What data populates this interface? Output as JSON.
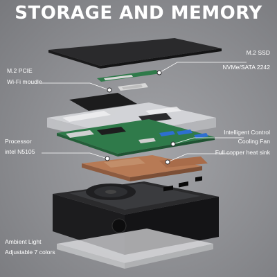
{
  "heading": "STORAGE AND MEMORY",
  "labels": {
    "m2_ssd": "M.2 SSD",
    "nvme": "NVMe/SATA 2242",
    "m2_pcie": "M.2 PCIE",
    "wifi": "Wi-Fi moudle",
    "processor": "Processor",
    "cpu_model": "intel N5105",
    "intelligent_control": "Intelligent Control",
    "cooling_fan": "Cooling Fan",
    "heat_sink": "Full copper heat sink",
    "ambient_light": "Ambient Light",
    "adjustable": "Adjustable 7 colors"
  },
  "colors": {
    "background": "#8f9094",
    "lid": "#2a2a2c",
    "pcb": "#2f7a4a",
    "copper": "#b77a55",
    "usb_blue": "#2d6fd1",
    "case": "#1c1c1e"
  }
}
